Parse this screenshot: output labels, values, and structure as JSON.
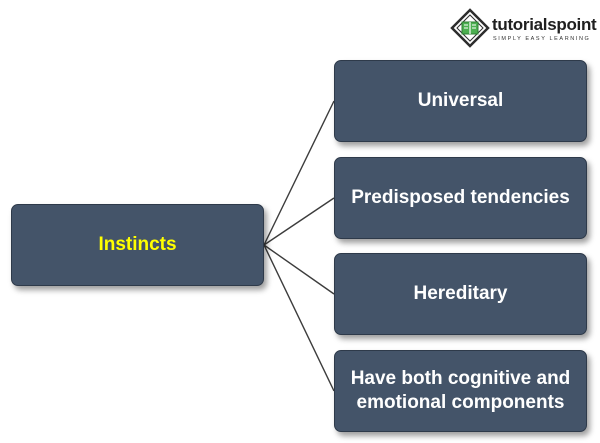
{
  "logo": {
    "name": "tutorialspoint",
    "tagline": "SIMPLY EASY LEARNING"
  },
  "diagram": {
    "root": "Instincts",
    "children": [
      "Universal",
      "Predisposed tendencies",
      "Hereditary",
      "Have both cognitive and emotional components"
    ]
  },
  "colors": {
    "box_fill": "#445469",
    "root_text": "#ffff00",
    "child_text": "#ffffff",
    "connector": "#3c3c3c"
  }
}
